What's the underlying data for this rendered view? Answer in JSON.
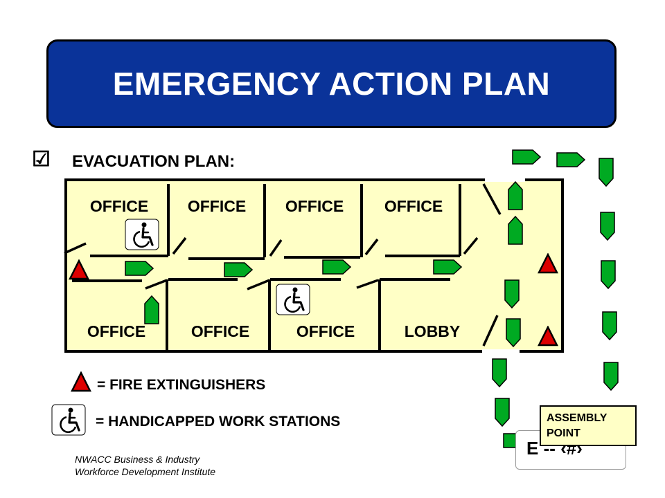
{
  "title": "EMERGENCY ACTION PLAN",
  "section": {
    "checkbox": "☑",
    "heading": "EVACUATION PLAN:"
  },
  "rooms": {
    "top": [
      "OFFICE",
      "OFFICE",
      "OFFICE",
      "OFFICE"
    ],
    "bottom": [
      "OFFICE",
      "OFFICE",
      "OFFICE",
      "LOBBY"
    ]
  },
  "legend": {
    "fire": "= FIRE EXTINGUISHERS",
    "handicap": "= HANDICAPPED WORK STATIONS"
  },
  "assembly_point": [
    "ASSEMBLY",
    "POINT"
  ],
  "slide_number": "E -- ‹#›",
  "footer": [
    "NWACC Business & Industry",
    "Workforce Development Institute"
  ],
  "icons": {
    "extinguisher": "fire-extinguisher-icon",
    "handicap": "wheelchair-icon",
    "arrow": "evacuation-arrow-icon"
  },
  "colors": {
    "banner": "#0a3399",
    "floor": "#ffffc6",
    "arrow": "#00aa22",
    "extinguisher": "#dd0000"
  }
}
